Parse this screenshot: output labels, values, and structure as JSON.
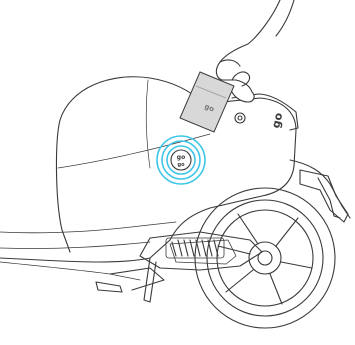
{
  "illustration": {
    "brand_mark": "go",
    "nfc_label_line1": "go",
    "nfc_label_line2": "go",
    "card_label": "go",
    "colors": {
      "line": "#3a3a3a",
      "background": "#ffffff",
      "nfc_ring": "#3cc6e8",
      "card_fill": "#d8d8d8"
    },
    "icons": [
      "hand-with-card-icon",
      "nfc-signal-icon",
      "scooter-icon"
    ]
  }
}
